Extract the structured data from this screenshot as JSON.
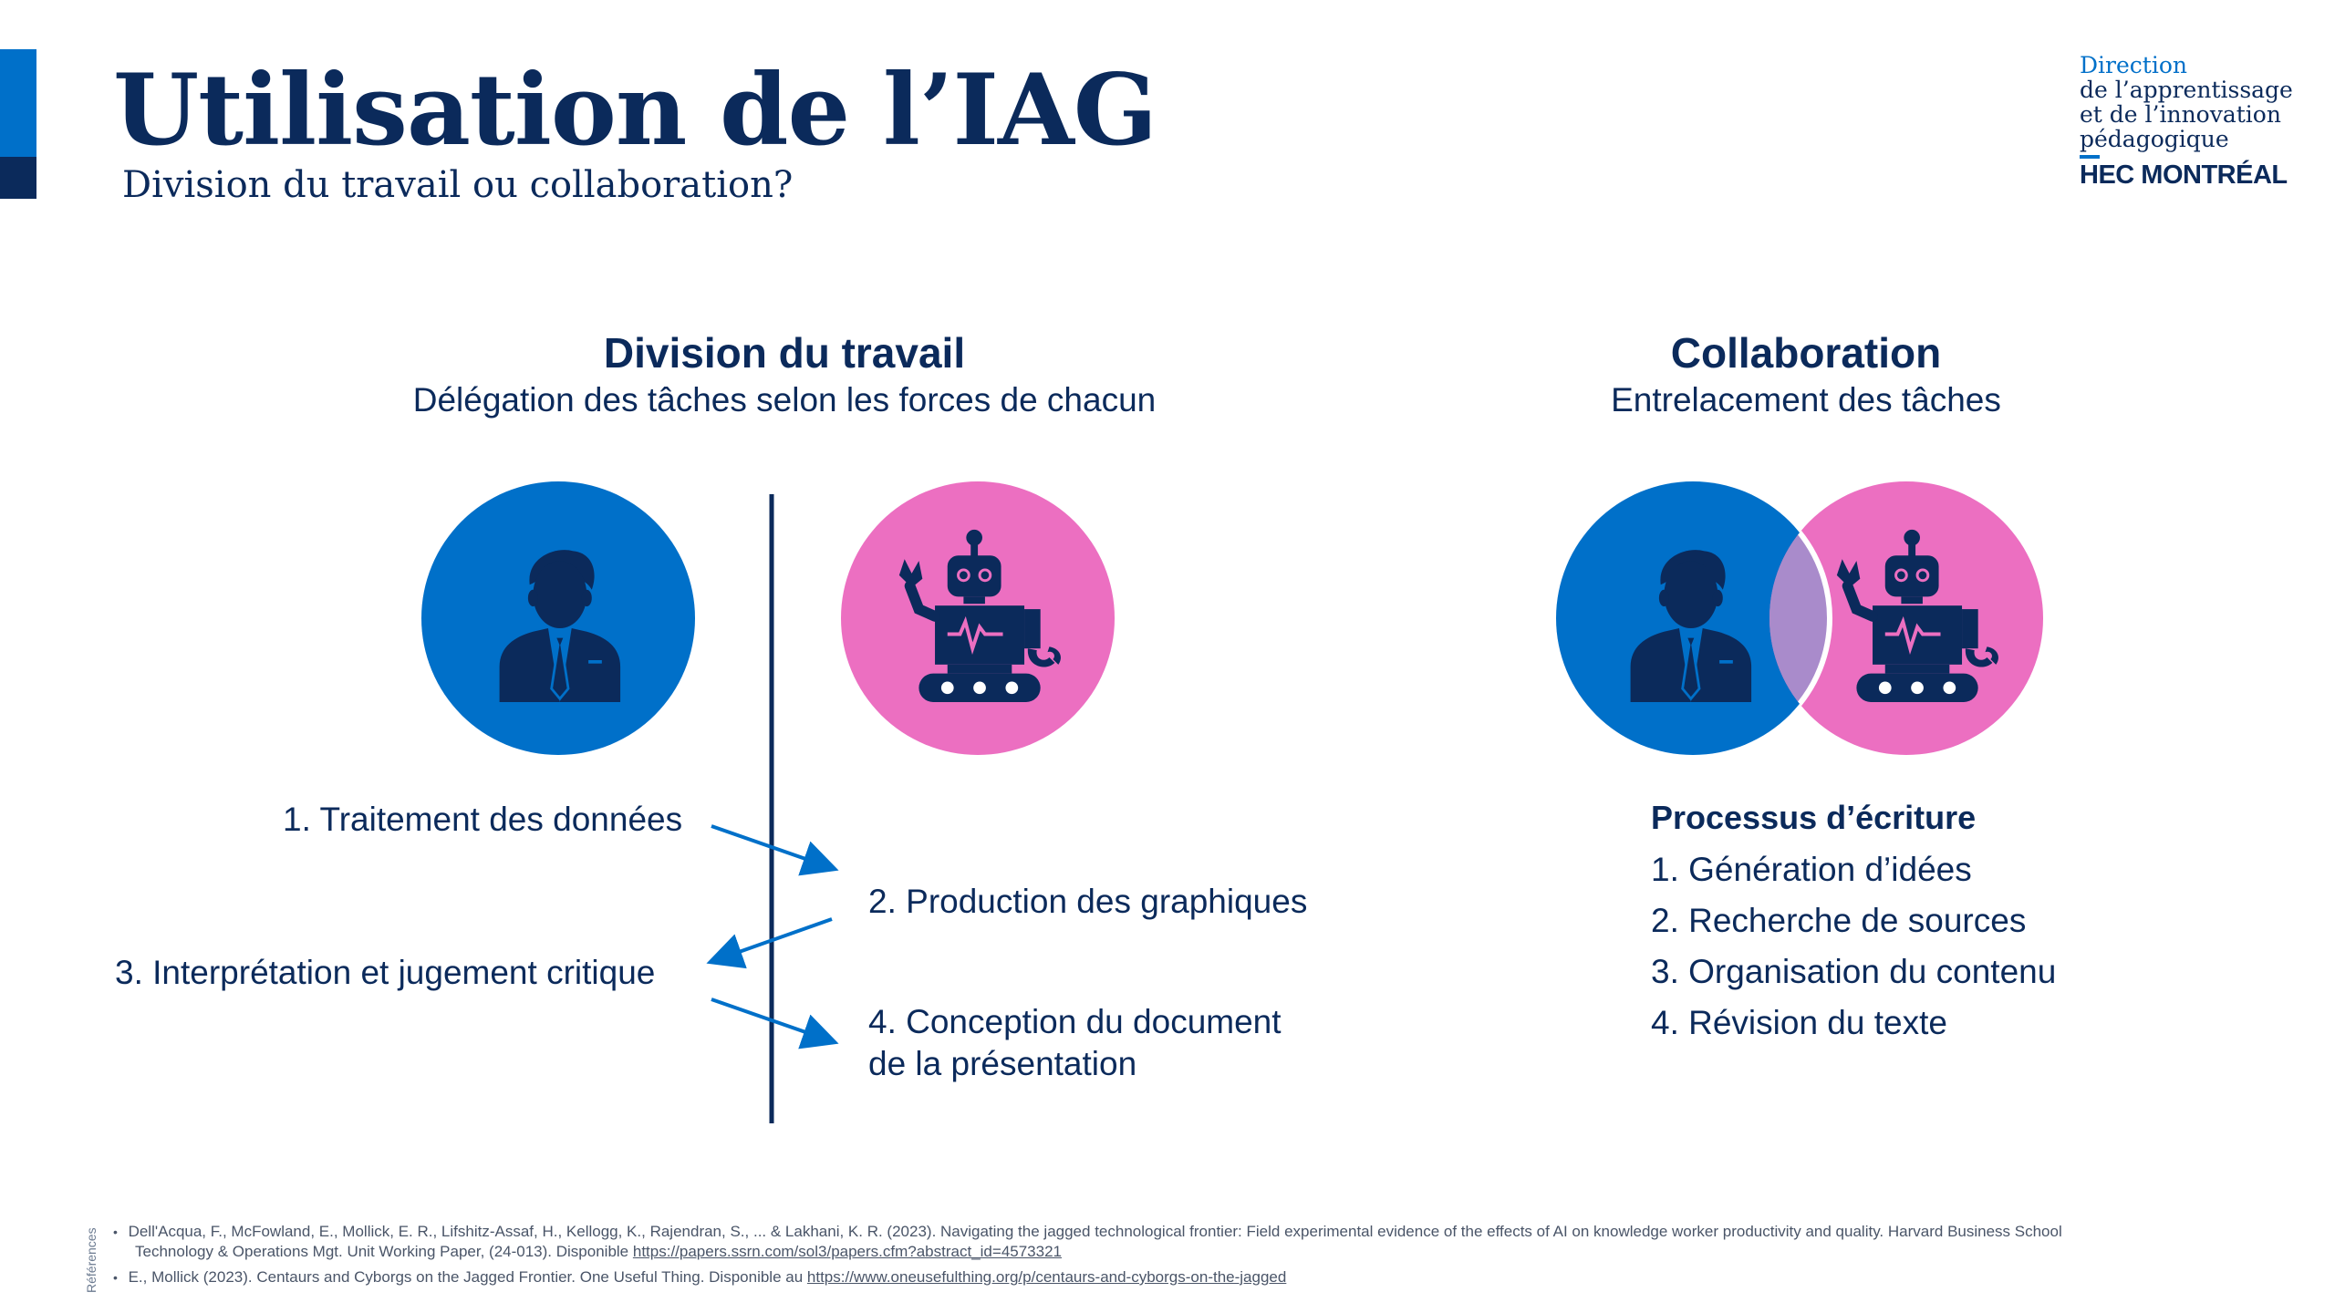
{
  "header": {
    "title": "Utilisation de l’IAG",
    "subtitle": "Division du travail ou collaboration?"
  },
  "logo": {
    "line1": "Direction",
    "line2": "de l’apprentissage",
    "line3": "et de l’innovation",
    "line4": "pédagogique",
    "brand": "HEC MONTRÉAL"
  },
  "division": {
    "title": "Division du travail",
    "subtitle": "Délégation des tâches selon les forces de chacun",
    "steps": [
      "1. Traitement des données",
      "2. Production des graphiques",
      "3. Interprétation et jugement critique",
      "4.  Conception du document",
      "de la présentation"
    ]
  },
  "collaboration": {
    "title": "Collaboration",
    "subtitle": "Entrelacement des tâches",
    "process_title": "Processus d’écriture",
    "items": [
      "1.  Génération d’idées",
      "2. Recherche de sources",
      "3. Organisation du contenu",
      "4. Révision du texte"
    ]
  },
  "references": {
    "label": "Références",
    "ref1_line1": "Dell'Acqua, F., McFowland, E., Mollick, E. R., Lifshitz-Assaf, H., Kellogg, K., Rajendran, S., ... & Lakhani, K. R. (2023). Navigating the jagged technological frontier: Field experimental evidence of the effects of AI on knowledge worker productivity and quality. Harvard Business School",
    "ref1_line2": "Technology & Operations Mgt. Unit Working Paper, (24-013). Disponible",
    "ref1_link": "https://papers.ssrn.com/sol3/papers.cfm?abstract_id=4573321",
    "ref2_text": "E., Mollick (2023). Centaurs and Cyborgs on the Jagged Frontier. One Useful Thing. Disponible au",
    "ref2_link": "https://www.oneusefulthing.org/p/centaurs-and-cyborgs-on-the-jagged"
  },
  "colors": {
    "navy": "#0b2a5b",
    "blue": "#0070c9",
    "pink": "#ec6fc1",
    "overlap": "#a98bcb"
  },
  "icons": [
    "person-icon",
    "robot-icon",
    "arrow-icon"
  ]
}
